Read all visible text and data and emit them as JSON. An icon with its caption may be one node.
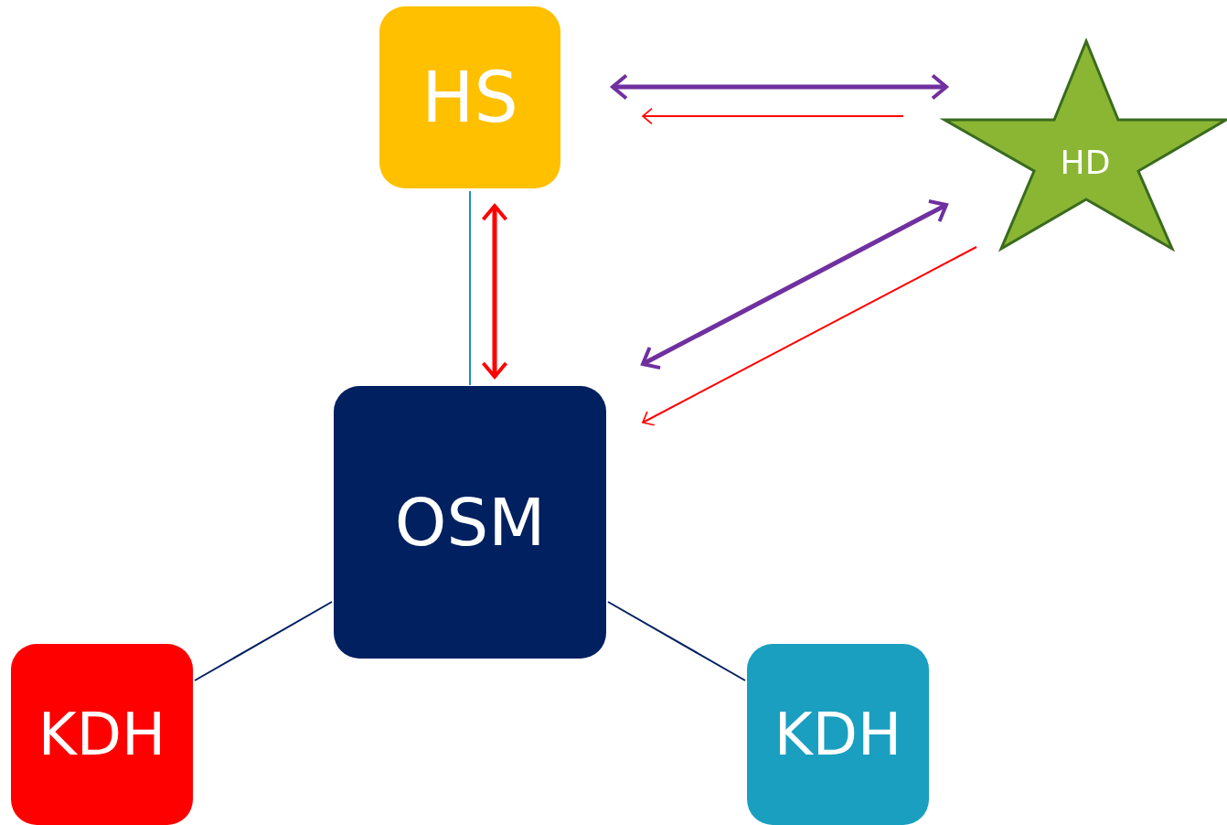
{
  "diagram": {
    "nodes": [
      {
        "text": [
          "HS"
        ]
      },
      {
        "text": [
          "HD"
        ]
      },
      {
        "text": [
          "OSM"
        ]
      },
      {
        "text": [
          "KDH"
        ]
      },
      {
        "text": [
          "KDH"
        ]
      }
    ],
    "edges": [
      {
        "from": 0,
        "to": 1,
        "arrow": "both",
        "style": "thick",
        "color": "#7030a0"
      },
      {
        "from": 1,
        "to": 0,
        "arrow": "to",
        "color": "#ff0000"
      },
      {
        "from": 0,
        "to": 2,
        "arrow": "none",
        "color": "#1a8fb8"
      },
      {
        "from": 0,
        "to": 2,
        "arrow": "both",
        "style": "thick",
        "color": "#ff0000"
      },
      {
        "from": 2,
        "to": 1,
        "arrow": "both",
        "style": "thick",
        "color": "#7030a0"
      },
      {
        "from": 1,
        "to": 2,
        "arrow": "to",
        "color": "#ff0000"
      },
      {
        "from": 2,
        "to": 3,
        "arrow": "none",
        "color": "#002060"
      },
      {
        "from": 2,
        "to": 4,
        "arrow": "none",
        "color": "#002060"
      }
    ]
  }
}
